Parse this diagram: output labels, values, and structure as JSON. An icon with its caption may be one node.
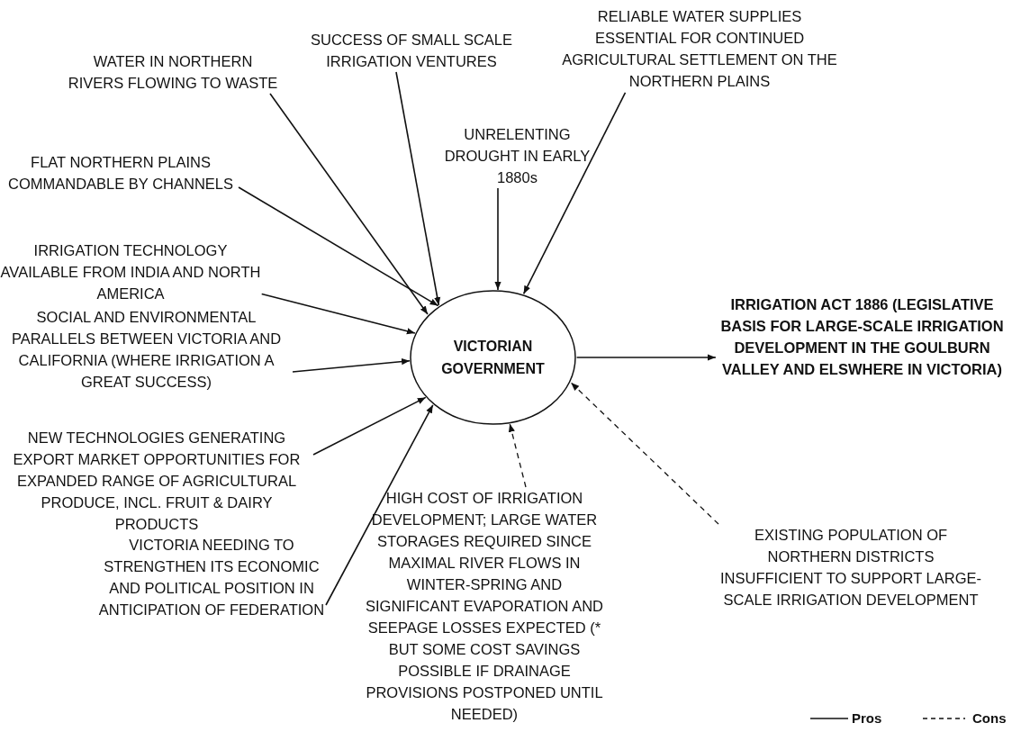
{
  "diagram": {
    "nodes": [
      {
        "text": [
          "VICTORIAN GOVERNMENT"
        ]
      },
      {
        "text": [
          "WATER IN NORTHERN RIVERS FLOWING TO WASTE"
        ]
      },
      {
        "text": [
          "SUCCESS OF SMALL SCALE IRRIGATION VENTURES"
        ]
      },
      {
        "text": [
          "RELIABLE WATER SUPPLIES ESSENTIAL FOR CONTINUED AGRICULTURAL SETTLEMENT ON THE NORTHERN PLAINS"
        ]
      },
      {
        "text": [
          "UNRELENTING DROUGHT IN EARLY 1880s"
        ]
      },
      {
        "text": [
          "FLAT NORTHERN PLAINS COMMANDABLE BY CHANNELS"
        ]
      },
      {
        "text": [
          "IRRIGATION TECHNOLOGY AVAILABLE FROM INDIA AND NORTH AMERICA"
        ]
      },
      {
        "text": [
          "SOCIAL AND ENVIRONMENTAL PARALLELS BETWEEN VICTORIA AND CALIFORNIA (WHERE IRRIGATION A GREAT SUCCESS)"
        ]
      },
      {
        "text": [
          "NEW TECHNOLOGIES GENERATING EXPORT MARKET OPPORTUNITIES FOR EXPANDED RANGE OF AGRICULTURAL PRODUCE, INCL. FRUIT & DAIRY PRODUCTS"
        ]
      },
      {
        "text": [
          "VICTORIA NEEDING TO STRENGTHEN ITS ECONOMIC AND POLITICAL POSITION IN ANTICIPATION OF FEDERATION"
        ]
      },
      {
        "text": [
          "HIGH COST OF IRRIGATION DEVELOPMENT; LARGE WATER STORAGES REQUIRED SINCE MAXIMAL RIVER FLOWS IN WINTER-SPRING AND SIGNIFICANT EVAPORATION AND SEEPAGE LOSSES EXPECTED (* BUT SOME COST SAVINGS POSSIBLE IF DRAINAGE PROVISIONS POSTPONED UNTIL NEEDED)"
        ]
      },
      {
        "text": [
          "EXISTING POPULATION OF NORTHERN DISTRICTS INSUFFICIENT TO SUPPORT LARGE-SCALE IRRIGATION DEVELOPMENT"
        ]
      },
      {
        "text": [
          "IRRIGATION ACT 1886 (LEGISLATIVE BASIS FOR LARGE-SCALE IRRIGATION DEVELOPMENT IN THE GOULBURN VALLEY AND ELSWHERE IN VICTORIA)"
        ]
      }
    ],
    "edges": [
      {
        "from": 1,
        "to": 0,
        "arrow": "to"
      },
      {
        "from": 2,
        "to": 0,
        "arrow": "to"
      },
      {
        "from": 3,
        "to": 0,
        "arrow": "to"
      },
      {
        "from": 4,
        "to": 0,
        "arrow": "to"
      },
      {
        "from": 5,
        "to": 0,
        "arrow": "to"
      },
      {
        "from": 6,
        "to": 0,
        "arrow": "to"
      },
      {
        "from": 7,
        "to": 0,
        "arrow": "to"
      },
      {
        "from": 8,
        "to": 0,
        "arrow": "to"
      },
      {
        "from": 9,
        "to": 0,
        "arrow": "to"
      },
      {
        "from": 10,
        "to": 0,
        "arrow": "to",
        "style": "dashed"
      },
      {
        "from": 11,
        "to": 0,
        "arrow": "to",
        "style": "dashed"
      },
      {
        "from": 0,
        "to": 12,
        "arrow": "to"
      }
    ],
    "legend": [
      {
        "text": "Pros"
      },
      {
        "text": "Cons"
      }
    ]
  }
}
